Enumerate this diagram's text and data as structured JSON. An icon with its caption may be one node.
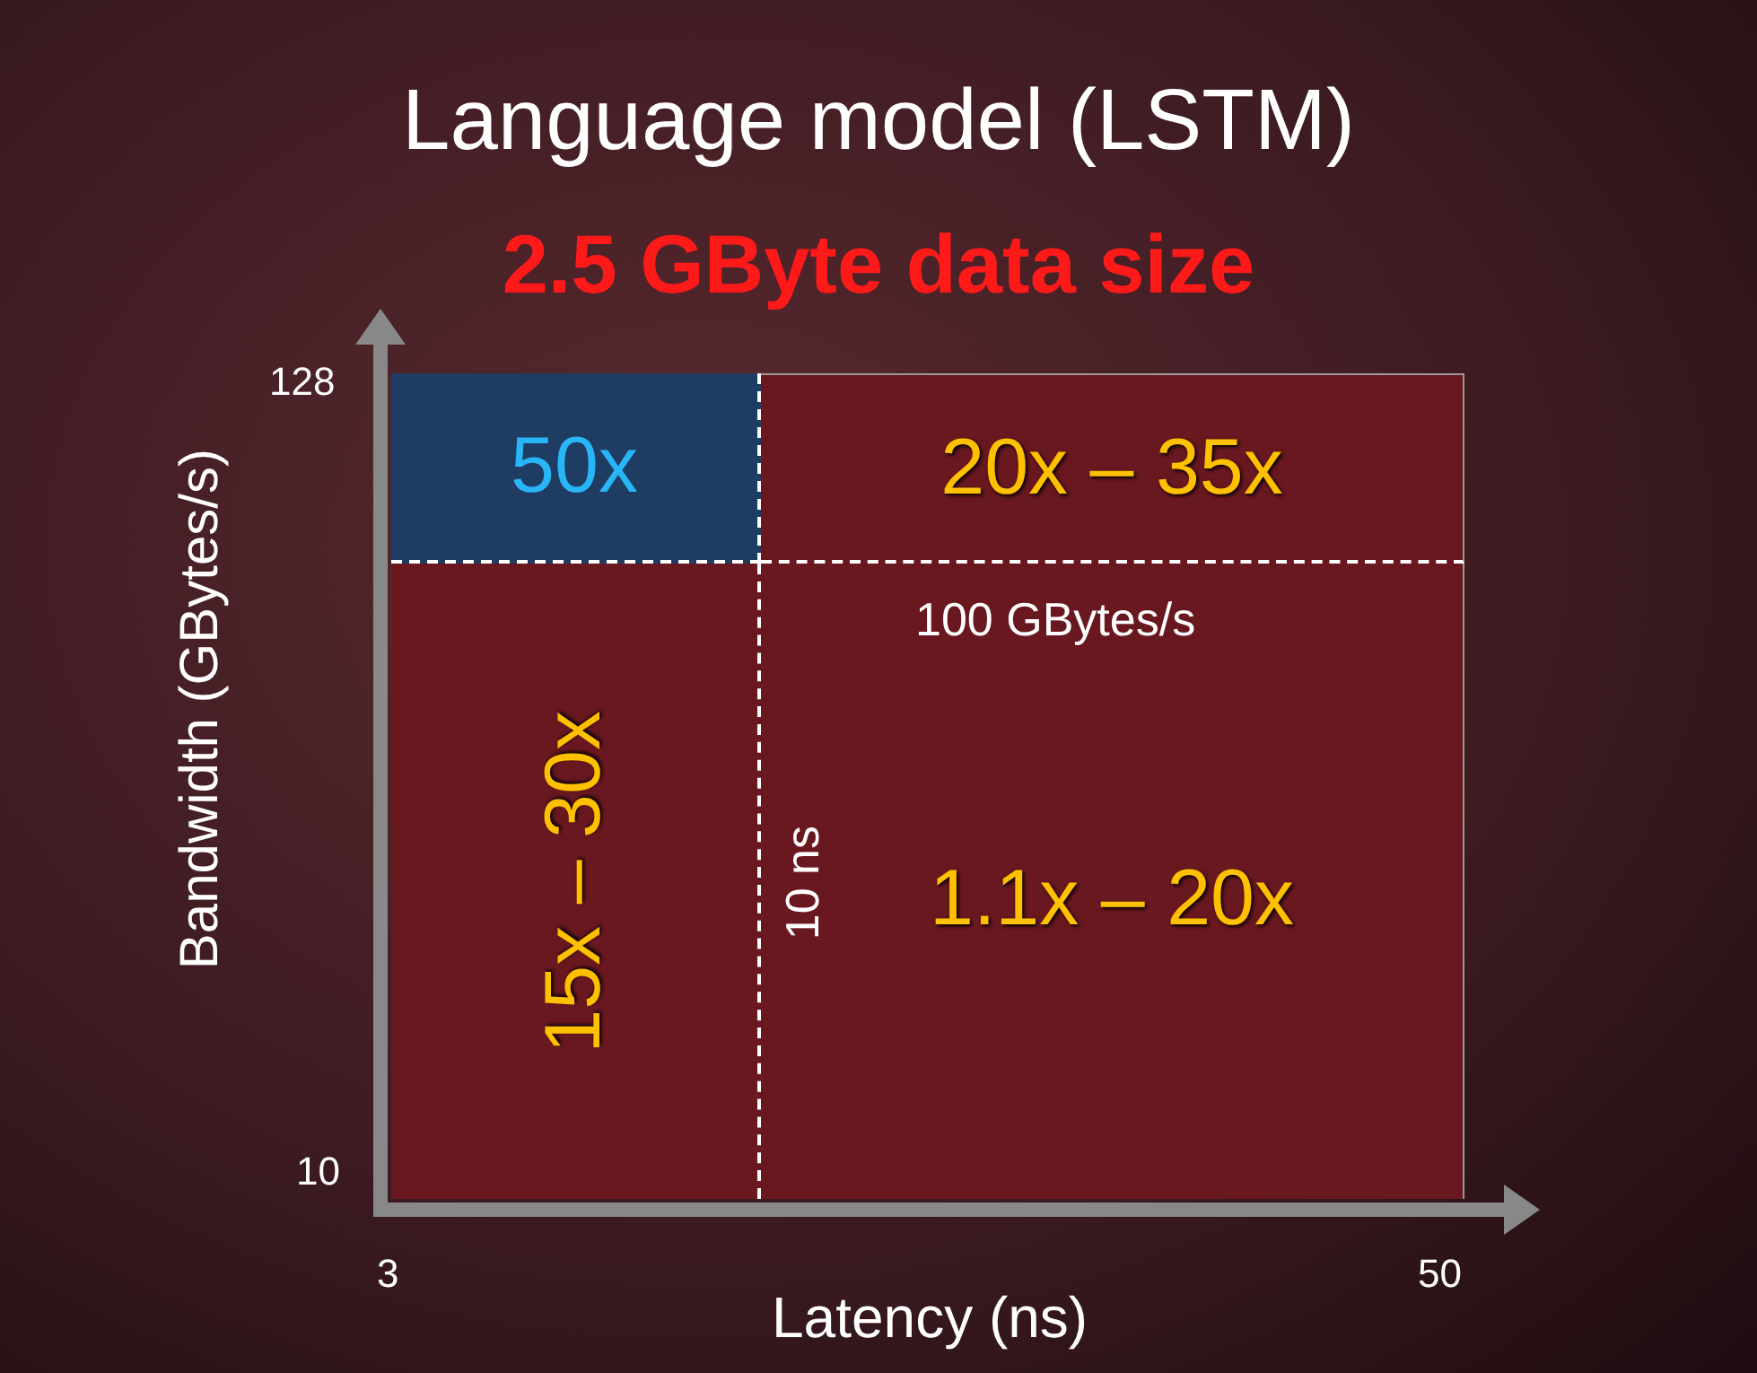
{
  "diagram": {
    "title": "Language model (LSTM)",
    "nodes": [
      {
        "text": [
          "50x"
        ]
      },
      {
        "text": [
          "20x – 35x"
        ]
      },
      {
        "text": [
          "15x – 30x"
        ]
      },
      {
        "text": [
          "1.1x – 20x"
        ]
      }
    ],
    "edges": [],
    "labels": [
      "2.5 GByte data size",
      "128",
      "100 GBytes/s",
      "Bandwidth (GBytes/s)",
      "10 ns",
      "10",
      "3",
      "50",
      "Latency (ns)"
    ]
  }
}
